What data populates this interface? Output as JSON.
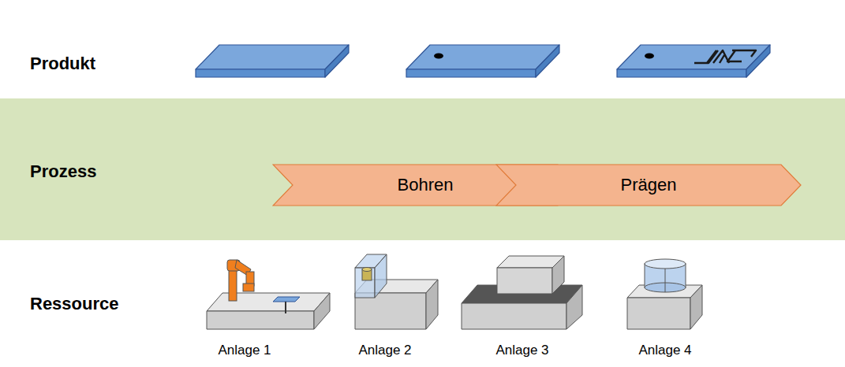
{
  "diagram": {
    "nodes": [
      {
        "text": [
          "Prozess"
        ]
      },
      {
        "text": [
          "Bohren"
        ],
        "in": 0
      },
      {
        "text": [
          "Prägen"
        ],
        "in": 0
      }
    ],
    "labels": [
      "Produkt",
      "Ressource",
      "Anlage 1",
      "Anlage 2",
      "Anlage 3",
      "Anlage 4"
    ]
  }
}
